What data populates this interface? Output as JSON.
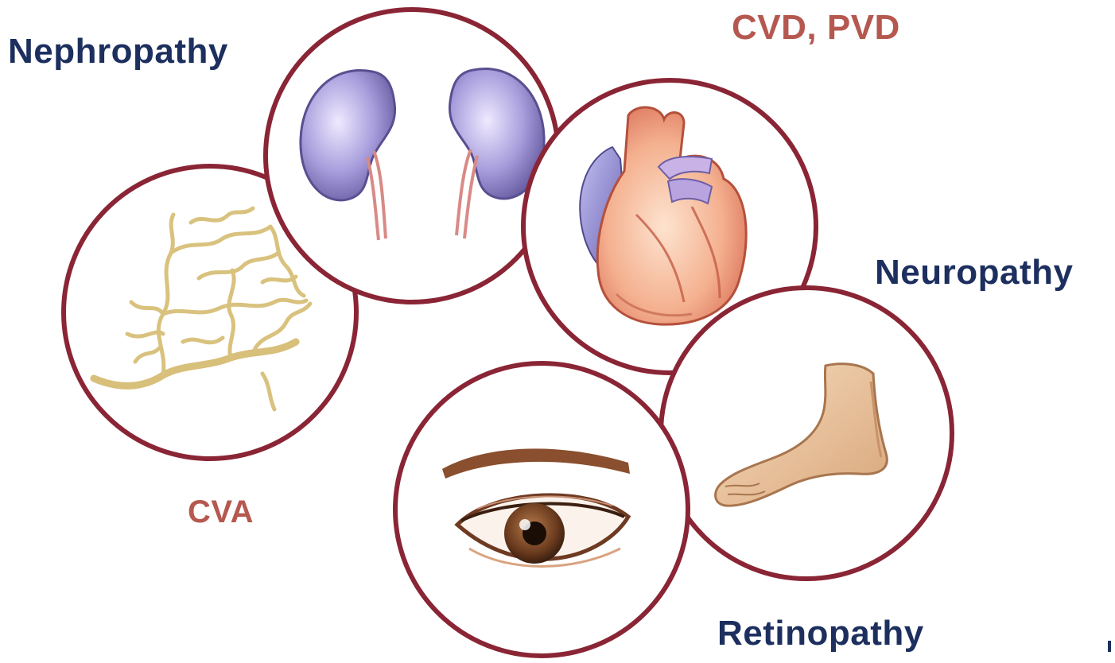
{
  "labels": {
    "nephropathy": "Nephropathy",
    "cvd_pvd": "CVD, PVD",
    "neuropathy": "Neuropathy",
    "cva": "CVA",
    "retinopathy": "Retinopathy"
  },
  "colors": {
    "circle_outline": "#8a2535",
    "label_navy": "#1c2f5e",
    "label_red": "#b5584f",
    "kidney": "#8a80c4",
    "heart": "#f2a98c",
    "vessels": "#d9c27e",
    "skin": "#eec9a3",
    "iris": "#7a4a2c"
  },
  "illustrations": [
    "cerebral-vessels-icon",
    "kidneys-icon",
    "heart-icon",
    "foot-icon",
    "eye-icon"
  ]
}
